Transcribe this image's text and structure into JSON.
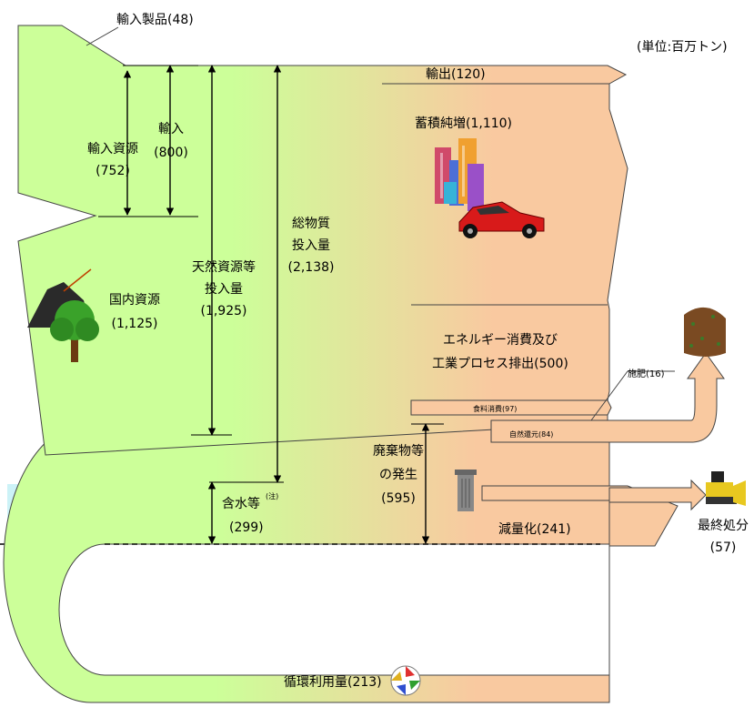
{
  "unit": "(単位:百万トン)",
  "labels": {
    "import_products": "輸入製品(48)",
    "import_resources_l1": "輸入資源",
    "import_resources_l2": "(752)",
    "imports_l1": "輸入",
    "imports_l2": "(800)",
    "domestic_l1": "国内資源",
    "domestic_l2": "(1,125)",
    "natural_l1": "天然資源等",
    "natural_l2": "投入量",
    "natural_l3": "(1,925)",
    "total_l1": "総物質",
    "total_l2": "投入量",
    "total_l3": "(2,138)",
    "water_l1": "含水等",
    "water_note": "(注)",
    "water_l2": "(299)",
    "exports": "輸出(120)",
    "stock": "蓄積純増(1,110)",
    "energy_l1": "エネルギー消費及び",
    "energy_l2": "工業プロセス排出(500)",
    "fertilizer": "施肥(16)",
    "food": "食料消費(97)",
    "natural_return": "自然還元(84)",
    "waste_l1": "廃棄物等",
    "waste_l2": "の発生",
    "waste_l3": "(595)",
    "reduction": "減量化(241)",
    "final_l1": "最終処分",
    "final_l2": "(57)",
    "recycle": "循環利用量(213)"
  },
  "colors": {
    "input_green": "#ccff99",
    "output_orange": "#f9c9a0",
    "water_blue": "#ccf2f7",
    "stroke": "#444444"
  },
  "icons": [
    "buildings-icon",
    "car-icon",
    "tree-icon",
    "coal-pile-icon",
    "soil-icon",
    "trash-can-icon",
    "bulldozer-icon",
    "recycle-icon"
  ]
}
